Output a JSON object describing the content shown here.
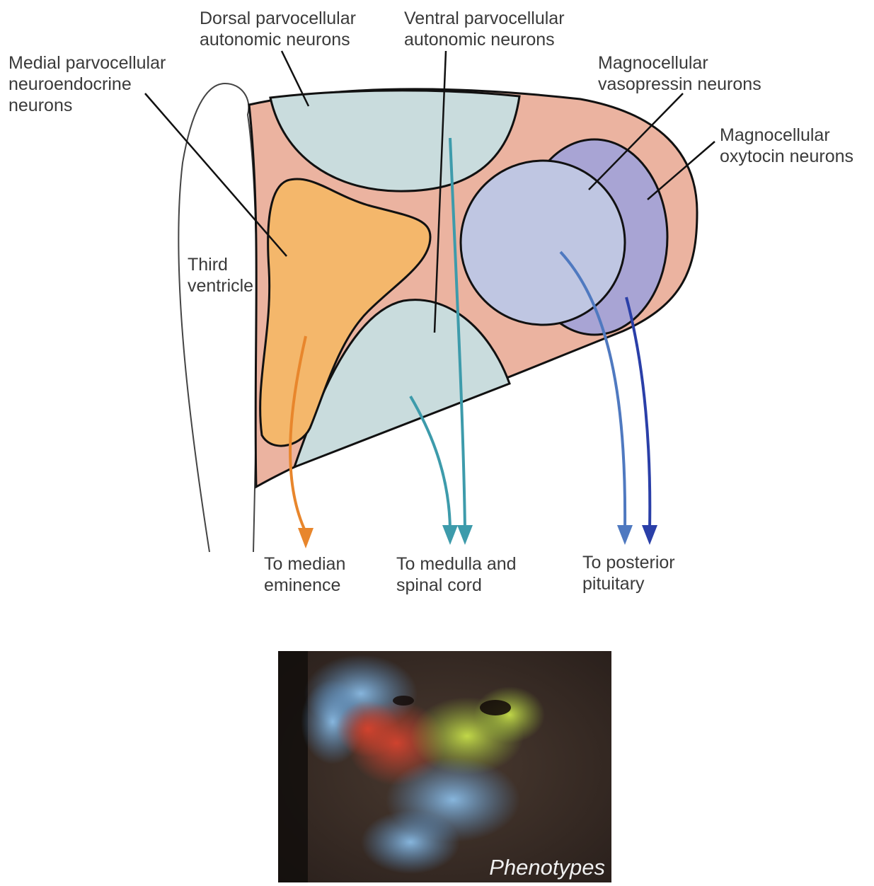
{
  "labels": {
    "dorsal": [
      "Dorsal parvocellular",
      "autonomic neurons"
    ],
    "ventral": [
      "Ventral parvocellular",
      "autonomic neurons"
    ],
    "medial": [
      "Medial parvocellular",
      "neuroendocrine",
      "neurons"
    ],
    "vasopressin": [
      "Magnocellular",
      "vasopressin neurons"
    ],
    "oxytocin": [
      "Magnocellular",
      "oxytocin neurons"
    ],
    "ventricle": [
      "Third",
      "ventricle"
    ],
    "median": [
      "To median",
      "eminence"
    ],
    "medulla": [
      "To medulla and",
      "spinal cord"
    ],
    "pituitary": [
      "To posterior",
      "pituitary"
    ]
  },
  "photo": {
    "caption": "Phenotypes"
  },
  "colors": {
    "nucleus_fill": "#ebb3a0",
    "autonomic_fill": "#c9dcdd",
    "neuroendocrine_fill": "#f4b76b",
    "vasopressin_fill": "#bfc6e2",
    "oxytocin_fill": "#a8a4d4",
    "orange_arrow": "#e8862c",
    "teal_arrow": "#3d9bab",
    "blue_arrow": "#4f79c0",
    "navy_arrow": "#2a3fa8"
  }
}
